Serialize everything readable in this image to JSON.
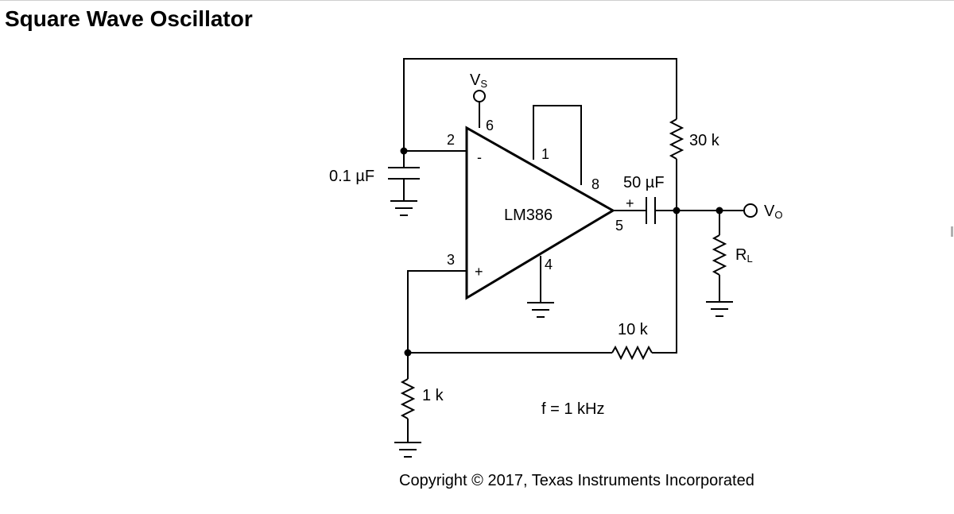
{
  "title": "Square Wave Oscillator",
  "schematic": {
    "ic_label": "LM386",
    "pins": {
      "p1": "1",
      "p2": "2",
      "p3": "3",
      "p4": "4",
      "p5": "5",
      "p6": "6",
      "p8": "8"
    },
    "inverting_sign": "-",
    "noninverting_sign": "+",
    "cap_polarity": "+",
    "supply": {
      "letter": "V",
      "sub": "S"
    },
    "output": {
      "letter": "V",
      "sub": "O"
    },
    "load": {
      "letter": "R",
      "sub": "L"
    },
    "r_feedback_top": "30 k",
    "r_feedback_bottom": "10 k",
    "r_ground": "1 k",
    "c_timing": "0.1 µF",
    "c_output": "50 µF",
    "frequency": "f = 1 kHz"
  },
  "copyright": "Copyright © 2017, Texas Instruments Incorporated"
}
